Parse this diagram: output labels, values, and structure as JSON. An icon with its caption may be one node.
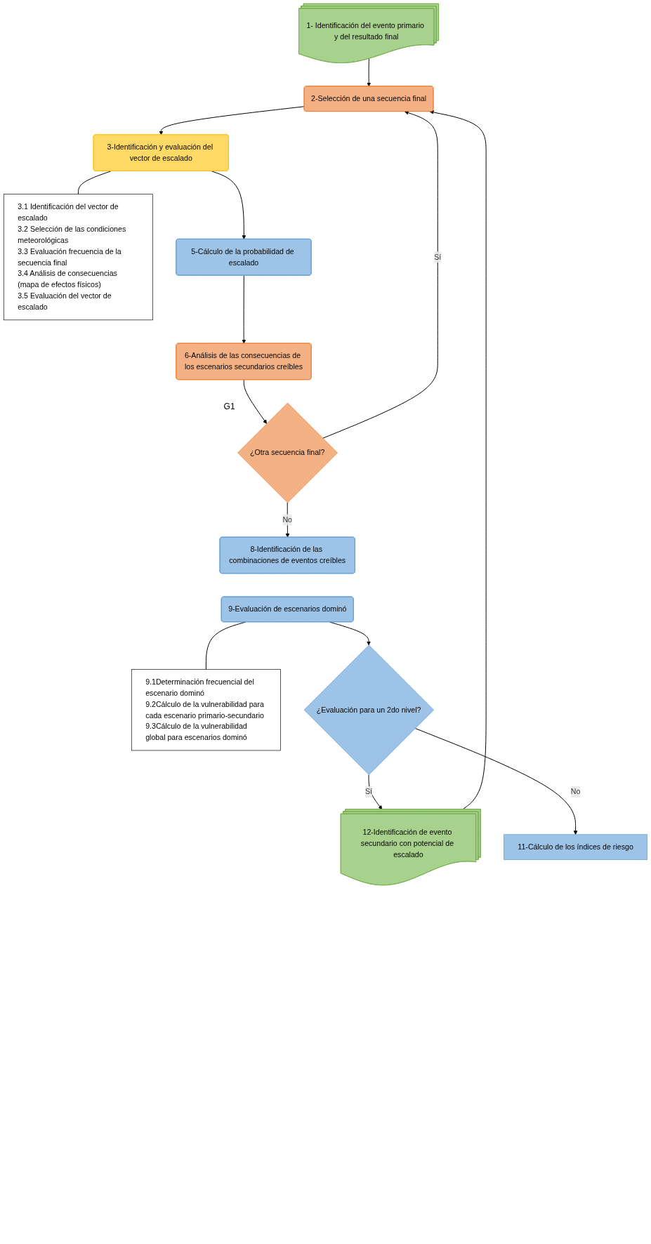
{
  "diagram": {
    "nodes": [
      {
        "text": [
          "1- Identificación del evento primario y del resultado final"
        ]
      },
      {
        "text": [
          "2-Selección de una secuencia final"
        ]
      },
      {
        "text": [
          "3-Identificación y evaluación del vector de escalado"
        ]
      },
      {
        "text": [
          "3.1 Identificación del vector de escalado",
          "3.2 Selección de las condiciones meteorológicas",
          "3.3 Evaluación frecuencia de la secuencia final",
          "3.4 Análisis de consecuencias (mapa de efectos físicos)",
          "3.5 Evaluación del vector de escalado"
        ]
      },
      {
        "text": [
          "5-Cálculo de la probabilidad de escalado"
        ]
      },
      {
        "text": [
          "6-Análisis de las consecuencias de los escenarios secundarios creíbles"
        ]
      },
      {
        "text": [
          "¿Otra secuencia final?"
        ],
        "beside": [
          "G1"
        ]
      },
      {
        "text": [
          "8-Identificación de las combinaciones de eventos creíbles"
        ]
      },
      {
        "text": [
          "9-Evaluación de escenarios dominó"
        ]
      },
      {
        "text": [
          "9.1Determinación frecuencial del escenario dominó",
          "9.2Cálculo de la vulnerabilidad para cada escenario primario-secundario",
          "9.3Cálculo de la vulnerabilidad global para escenarios dominó"
        ]
      },
      {
        "text": [
          "¿Evaluación para un 2do nivel?"
        ]
      },
      {
        "text": [
          "12-Identificación de evento secundario con potencial de escalado"
        ]
      },
      {
        "text": [
          "11-Cálculo de los índices de riesgo"
        ]
      }
    ],
    "edges": [
      {
        "from": 0,
        "to": 1,
        "arrow": "to"
      },
      {
        "from": 1,
        "to": 2,
        "arrow": "to"
      },
      {
        "from": 2,
        "to": 3,
        "arrow": "none"
      },
      {
        "from": 2,
        "to": 4,
        "arrow": "to"
      },
      {
        "from": 4,
        "to": 5,
        "arrow": "to"
      },
      {
        "from": 5,
        "to": 6,
        "arrow": "to"
      },
      {
        "from": 6,
        "to": 1,
        "label": "Sí",
        "arrow": "to"
      },
      {
        "from": 6,
        "to": 7,
        "label": "No",
        "arrow": "to"
      },
      {
        "from": 8,
        "to": 9,
        "arrow": "none"
      },
      {
        "from": 8,
        "to": 10,
        "arrow": "to"
      },
      {
        "from": 10,
        "to": 11,
        "label": "Sí",
        "arrow": "to"
      },
      {
        "from": 10,
        "to": 12,
        "label": "No",
        "arrow": "to"
      },
      {
        "from": 11,
        "to": 1,
        "arrow": "to"
      }
    ]
  }
}
